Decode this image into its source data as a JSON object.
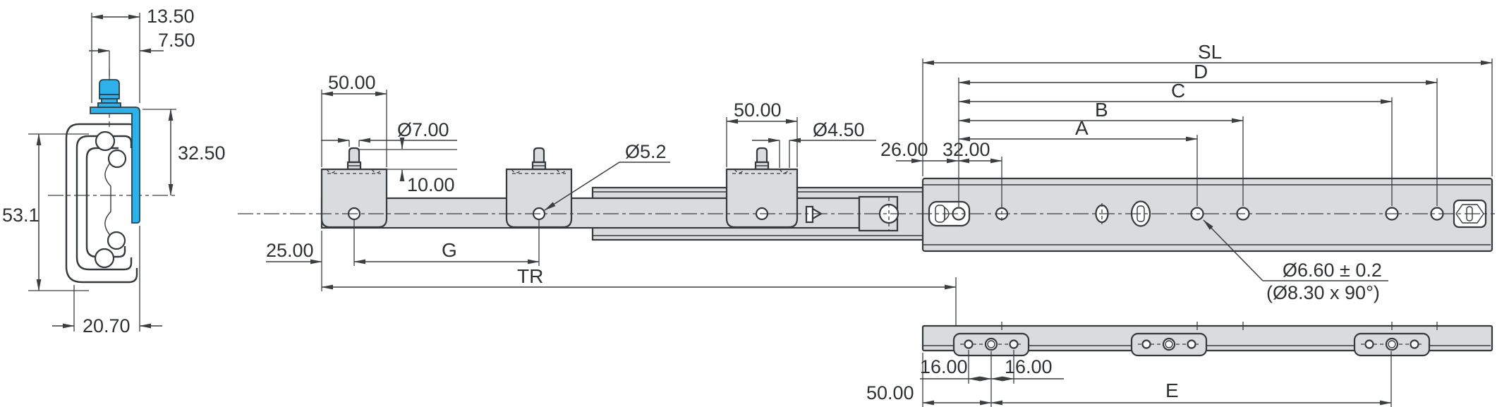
{
  "drawing_title": "ball-bearing telescopic slide technical drawing",
  "colors": {
    "accent_blue": "#2db1e8",
    "part_fill": "#d9dbdc",
    "line": "#3a3e41",
    "text": "#2e3133"
  },
  "section_view": {
    "dim_top_width": "13.50",
    "dim_stud_offset": "7.50",
    "dim_flange_height": "32.50",
    "dim_overall_height": "53.1",
    "dim_bottom_width": "20.70"
  },
  "side_view": {
    "dim_block1_width": "50.00",
    "dim_stud_large_dia": "Ø7.00",
    "dim_stud_height": "10.00",
    "dim_block_hole_dia": "Ø5.2",
    "dim_block3_width": "50.00",
    "dim_stud_small_dia": "Ø4.50",
    "dim_end_offset": "26.00",
    "dim_hole_pitch": "32.00",
    "dim_sl": "SL",
    "dim_d": "D",
    "dim_c": "C",
    "dim_b": "B",
    "dim_a": "A",
    "dim_first_hole": "25.00",
    "dim_g": "G",
    "dim_tr": "TR",
    "callout_hole_line1": "Ø6.60 ± 0.2",
    "callout_hole_line2": "(Ø8.30 x 90°)"
  },
  "bottom_view": {
    "dim_left_pitch": "16.00",
    "dim_right_pitch": "16.00",
    "dim_end_to_hole": "50.00",
    "dim_e": "E"
  }
}
